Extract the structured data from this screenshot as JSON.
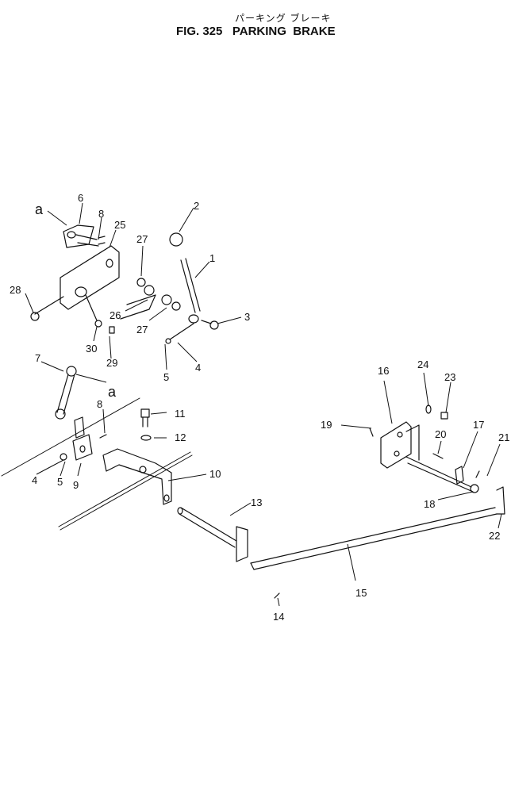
{
  "figure": {
    "title_jp": "パーキング ブレーキ",
    "title": "FIG. 325   PARKING  BRAKE"
  },
  "callouts": [
    {
      "id": "1",
      "label": "1"
    },
    {
      "id": "2",
      "label": "2"
    },
    {
      "id": "3",
      "label": "3"
    },
    {
      "id": "4a",
      "label": "4"
    },
    {
      "id": "4b",
      "label": "4"
    },
    {
      "id": "5a",
      "label": "5"
    },
    {
      "id": "5b",
      "label": "5"
    },
    {
      "id": "6",
      "label": "6"
    },
    {
      "id": "7",
      "label": "7"
    },
    {
      "id": "8a",
      "label": "8"
    },
    {
      "id": "8b",
      "label": "8"
    },
    {
      "id": "9",
      "label": "9"
    },
    {
      "id": "10",
      "label": "10"
    },
    {
      "id": "11",
      "label": "11"
    },
    {
      "id": "12",
      "label": "12"
    },
    {
      "id": "13",
      "label": "13"
    },
    {
      "id": "14",
      "label": "14"
    },
    {
      "id": "15",
      "label": "15"
    },
    {
      "id": "16",
      "label": "16"
    },
    {
      "id": "17",
      "label": "17"
    },
    {
      "id": "18",
      "label": "18"
    },
    {
      "id": "19",
      "label": "19"
    },
    {
      "id": "20",
      "label": "20"
    },
    {
      "id": "21",
      "label": "21"
    },
    {
      "id": "22",
      "label": "22"
    },
    {
      "id": "23",
      "label": "23"
    },
    {
      "id": "24",
      "label": "24"
    },
    {
      "id": "25",
      "label": "25"
    },
    {
      "id": "26",
      "label": "26"
    },
    {
      "id": "27a",
      "label": "27"
    },
    {
      "id": "27b",
      "label": "27"
    },
    {
      "id": "28",
      "label": "28"
    },
    {
      "id": "29",
      "label": "29"
    },
    {
      "id": "30",
      "label": "30"
    },
    {
      "id": "a1",
      "label": "a"
    },
    {
      "id": "a2",
      "label": "a"
    }
  ]
}
